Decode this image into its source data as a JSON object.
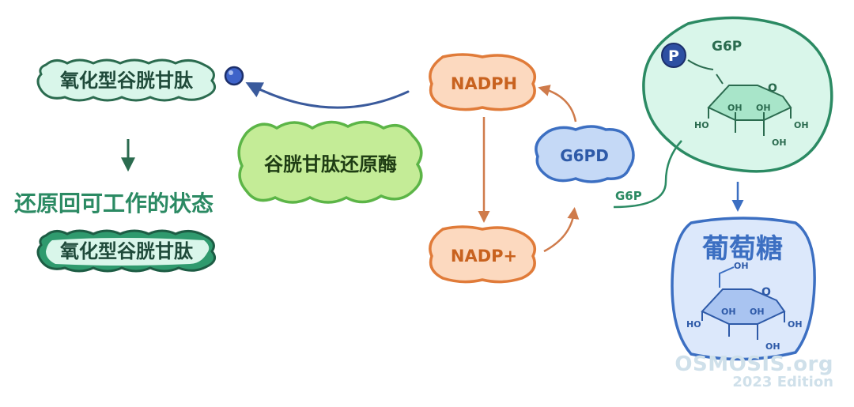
{
  "labels": {
    "gssg_top": "氧化型谷胱甘肽",
    "gssg_bottom": "氧化型谷胱甘肽",
    "reductase": "谷胱甘肽还原酶",
    "restore_state": "还原回可工作的状态",
    "nadph": "NADPH",
    "nadp_plus": "NADP+",
    "g6pd": "G6PD",
    "g6p_line": "G6P",
    "g6p_title": "G6P",
    "glucose": "葡萄糖",
    "phosphate": "P"
  },
  "chem": {
    "oh": "OH",
    "ho": "HO",
    "ring_o": "O"
  },
  "watermark": {
    "brand": "OSMOSIS.org",
    "edition": "2023 Edition"
  },
  "colors": {
    "green_dark": "#2b8a63",
    "green_fill": "#d9f6ea",
    "lime_fill": "#c4ec97",
    "lime_stroke": "#5cb547",
    "orange_fill": "#fcd9bf",
    "orange_stroke": "#e07b39",
    "orange_text": "#c8621f",
    "blue_fill": "#c5d9f6",
    "blue_stroke": "#3c6fc2",
    "blue_text": "#2e5aa8",
    "arrow_blue": "#3a5a9c",
    "arrow_orange": "#cf7b4b"
  }
}
